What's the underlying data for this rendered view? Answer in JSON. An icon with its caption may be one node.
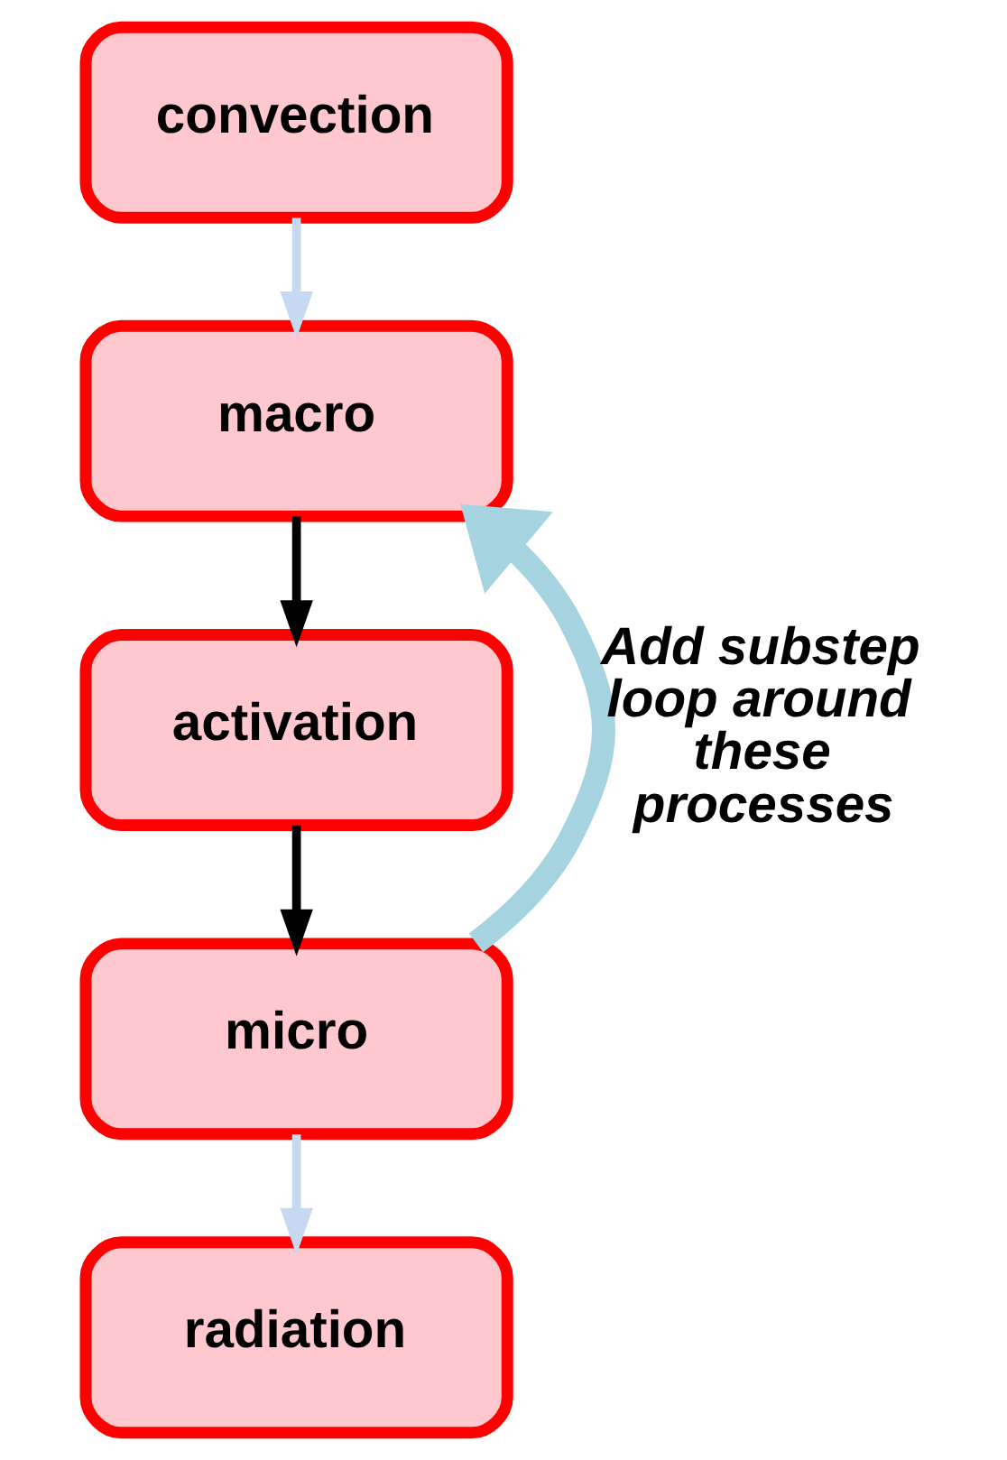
{
  "diagram": {
    "nodes": [
      {
        "text": [
          "convection"
        ]
      },
      {
        "text": [
          "macro"
        ]
      },
      {
        "text": [
          "activation"
        ]
      },
      {
        "text": [
          "micro"
        ]
      },
      {
        "text": [
          "radiation"
        ]
      }
    ],
    "edges": [
      {
        "from": 0,
        "to": 1,
        "arrow": "to",
        "color": "#c6d9f1"
      },
      {
        "from": 1,
        "to": 2,
        "arrow": "to",
        "color": "#000000"
      },
      {
        "from": 2,
        "to": 3,
        "arrow": "to",
        "color": "#000000"
      },
      {
        "from": 3,
        "to": 4,
        "arrow": "to",
        "color": "#c6d9f1"
      },
      {
        "from": 3,
        "to": 1,
        "arrow": "to",
        "label": "Add substep loop around these processes",
        "style": "thick",
        "color": "#a6d3e0"
      }
    ]
  }
}
